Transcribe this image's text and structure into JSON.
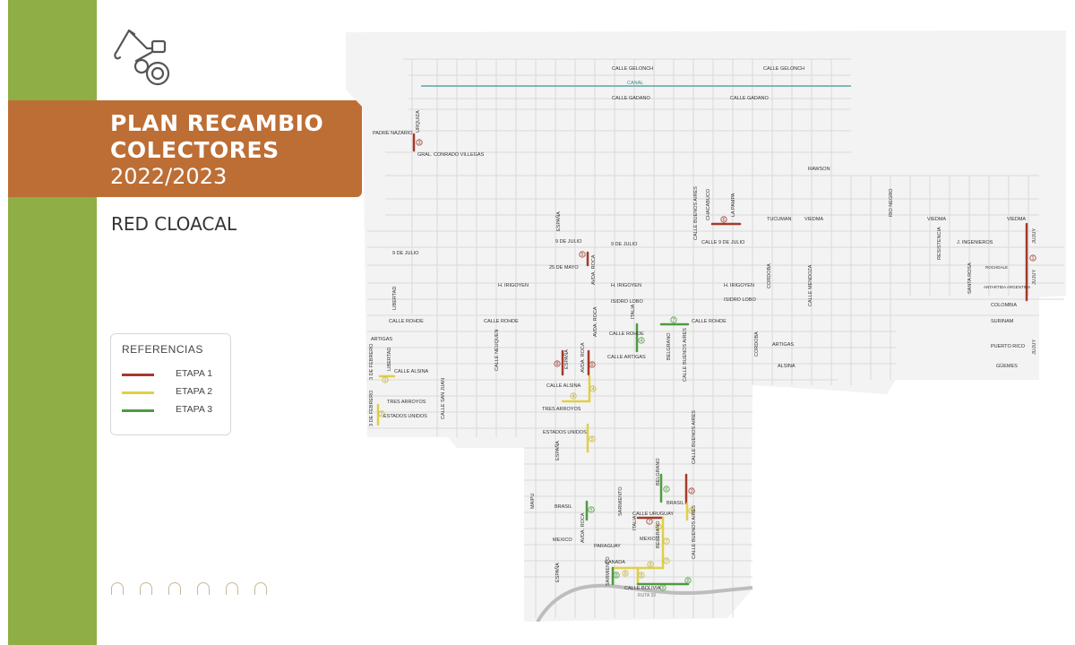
{
  "header": {
    "title_line1": "PLAN RECAMBIO",
    "title_line2": "COLECTORES",
    "title_years": "2022/2023",
    "subtitle": "RED CLOACAL",
    "logo_icon": "excavator-pipe-icon"
  },
  "legend": {
    "title": "REFERENCIAS",
    "items": [
      {
        "label": "ETAPA 1",
        "color": "#a33a2a"
      },
      {
        "label": "ETAPA 2",
        "color": "#e0cf4a"
      },
      {
        "label": "ETAPA 3",
        "color": "#4f9a41"
      }
    ]
  },
  "map": {
    "canal_label": "CANAL",
    "highway_label": "RUTA 33",
    "streets": {
      "gelonch_1": "CALLE GELONCH",
      "gelonch_2": "CALLE GELONCH",
      "gadano_1": "CALLE GADANO",
      "gadano_2": "CALLE GADANO",
      "urquiza": "URQUIZA",
      "padre_nazario": "PADRE NAZARIO",
      "conrado_villegas": "GRAL. CONRADO VILLEGAS",
      "rawson": "RAWSON",
      "espana_top": "ESPAÑA",
      "buenos_aires_top": "CALLE BUENOS AIRES",
      "chacabuco": "CHACABUCO",
      "la_pampa": "LA PAMPA",
      "tucuman": "TUCUMAN",
      "viedma_1": "VIEDMA",
      "rio_negro": "RIO NEGRO",
      "viedma_2": "VIEDMA",
      "viedma_3": "VIEDMA",
      "resistencia": "RESISTENCIA",
      "j_ingenieros": "J. INGENIEROS",
      "jujuy_1": "JUJUY",
      "jujuy_2": "JUJUY",
      "jujuy_3": "JUJUY",
      "nueve_julio_1": "9 DE JULIO",
      "nueve_julio_2": "9 DE JULIO",
      "nueve_julio_3": "9 DE JULIO",
      "calle_nueve_julio": "CALLE 9 DE JULIO",
      "veinticinco_mayo": "25 DE MAYO",
      "avda_roca_1": "AVDA. ROCA",
      "avda_roca_2": "AVDA. ROCA",
      "avda_roca_3": "AVDA. ROCA",
      "avda_roca_4": "AVDA. ROCA",
      "irigoyen_1": "H. IRIGOYEN",
      "irigoyen_2": "H. IRIGOYEN",
      "irigoyen_3": "H. IRIGOYEN",
      "cordoba_1": "CORDOBA",
      "cordoba_2": "CORDOBA",
      "calle_mendoza": "CALLE MENDOZA",
      "santa_rosa": "SANTA ROSA",
      "rochdale": "ROCHDALE",
      "antartida": "ANTARTIDA ARGENTINA",
      "isidro_lobo_1": "ISIDRO LOBO",
      "isidro_lobo_2": "ISIDRO LOBO",
      "libertad_1": "LIBERTAD",
      "libertad_2": "LIBERTAD",
      "colombia": "COLOMBIA",
      "surinam": "SURINAM",
      "puerto_rico": "PUERTO RICO",
      "guemes": "GÜEMES",
      "rohde_1": "CALLE ROHDE",
      "rohde_2": "CALLE ROHDE",
      "rohde_3": "CALLE ROHDE",
      "rohde_4": "CALLE ROHDE",
      "italia_1": "ITALIA",
      "italia_2": "ITALIA",
      "artigas_1": "ARTIGAS",
      "artigas_2": "ARTIGAS",
      "calle_artigas": "CALLE ARTIGAS",
      "neuquen": "CALLE NEUQUEN",
      "belgrano_1": "BELGRANO",
      "belgrano_2": "BELGRANO",
      "belgrano_3": "BELGRANO",
      "buenos_aires_mid": "CALLE BUENOS AIRES",
      "buenos_aires_low": "CALLE BUENOS AIRES",
      "buenos_aires_bottom": "CALLE BUENOS AIRES",
      "alsina_1": "CALLE ALSINA",
      "alsina_2": "CALLE ALSINA",
      "alsina_3": "ALSINA",
      "tres_febrero_1": "3 DE FEBRERO",
      "tres_febrero_2": "3 DE FEBRERO",
      "san_juan": "CALLE SAN JUAN",
      "espana_mid": "ESPAÑA",
      "espana_low": "ESPAÑA",
      "espana_bottom": "ESPAÑA",
      "tres_arroyos_1": "TRES ARROYOS",
      "tres_arroyos_2": "TRES ARROYOS",
      "estados_unidos_1": "ESTADOS UNIDOS",
      "estados_unidos_2": "ESTADOS UNIDOS",
      "brasil_1": "BRASIL",
      "brasil_2": "BRASIL",
      "maipu": "MAIPU",
      "sarmiento_1": "SARMIENTO",
      "sarmiento_2": "SARMIENTO",
      "uruguay": "CALLE URUGUAY",
      "mexico_1": "MEXICO",
      "mexico_2": "MEXICO",
      "paraguay": "PARAGUAY",
      "canada": "CANADA",
      "bolivia": "CALLE BOLIVIA"
    },
    "markers": [
      "1",
      "2",
      "3",
      "4",
      "5",
      "6",
      "7",
      "8"
    ]
  }
}
